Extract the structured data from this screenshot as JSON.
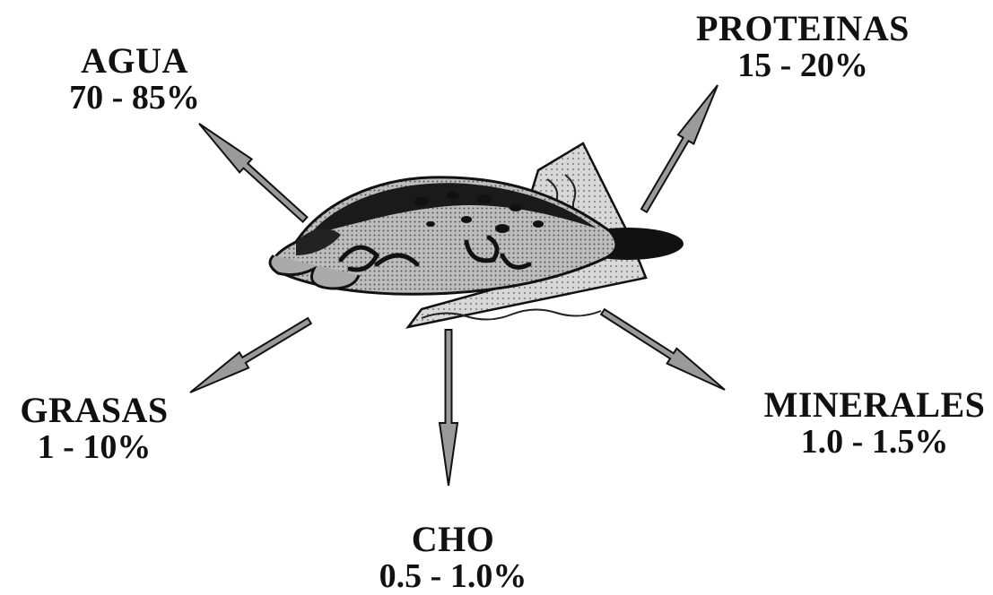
{
  "components": [
    {
      "id": "agua",
      "name": "AGUA",
      "value": "70 - 85%"
    },
    {
      "id": "proteinas",
      "name": "PROTEINAS",
      "value": "15 - 20%"
    },
    {
      "id": "grasas",
      "name": "GRASAS",
      "value": "1 - 10%"
    },
    {
      "id": "cho",
      "name": "CHO",
      "value": "0.5 - 1.0%"
    },
    {
      "id": "minerales",
      "name": "MINERALES",
      "value": "1.0 - 1.5%"
    }
  ],
  "illustration": {
    "subject": "fish-on-plate",
    "icon": "fish-illustration-icon"
  }
}
